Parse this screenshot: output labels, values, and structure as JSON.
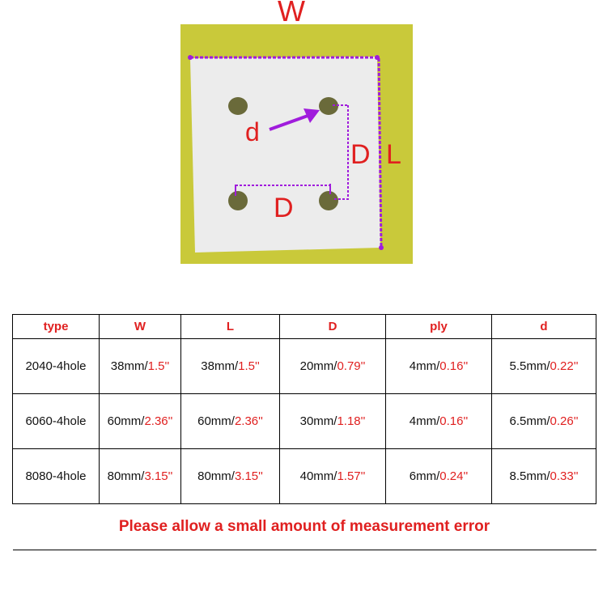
{
  "diagram": {
    "labels": {
      "width": "W",
      "length": "L",
      "spacing_vertical": "D",
      "spacing_horizontal": "D",
      "hole": "d"
    },
    "colors": {
      "background": "#c9c93a",
      "plate": "#ececec",
      "annotation": "#a01cdc",
      "label": "#e02020"
    }
  },
  "table": {
    "headers": [
      "type",
      "W",
      "L",
      "D",
      "ply",
      "d"
    ],
    "rows": [
      [
        {
          "mm": "2040-4hole",
          "inch": ""
        },
        {
          "mm": "38mm/",
          "inch": "1.5''"
        },
        {
          "mm": "38mm/",
          "inch": "1.5''"
        },
        {
          "mm": "20mm/",
          "inch": "0.79''"
        },
        {
          "mm": "4mm/",
          "inch": "0.16''"
        },
        {
          "mm": "5.5mm/",
          "inch": "0.22''"
        }
      ],
      [
        {
          "mm": "6060-4hole",
          "inch": ""
        },
        {
          "mm": "60mm/",
          "inch": "2.36''"
        },
        {
          "mm": "60mm/",
          "inch": "2.36''"
        },
        {
          "mm": "30mm/",
          "inch": "1.18''"
        },
        {
          "mm": "4mm/",
          "inch": "0.16''"
        },
        {
          "mm": "6.5mm/",
          "inch": "0.26''"
        }
      ],
      [
        {
          "mm": "8080-4hole",
          "inch": ""
        },
        {
          "mm": "80mm/",
          "inch": "3.15''"
        },
        {
          "mm": "80mm/",
          "inch": "3.15''"
        },
        {
          "mm": "40mm/",
          "inch": "1.57''"
        },
        {
          "mm": "6mm/",
          "inch": "0.24''"
        },
        {
          "mm": "8.5mm/",
          "inch": "0.33''"
        }
      ]
    ],
    "note": "Please allow a small amount of measurement error"
  }
}
